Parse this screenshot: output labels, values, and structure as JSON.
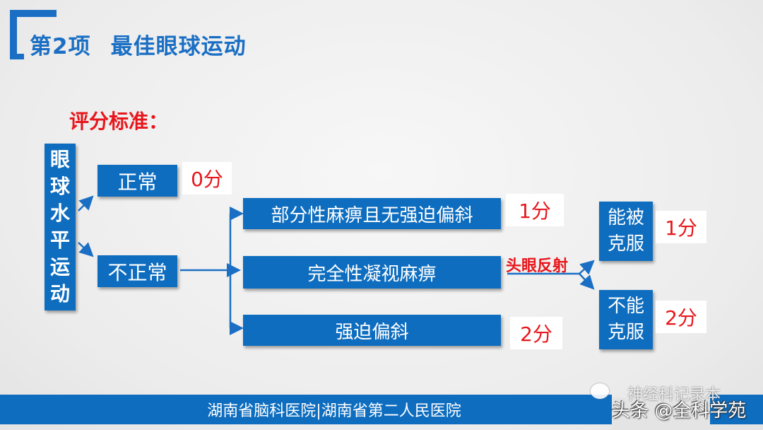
{
  "header": {
    "item_number": "第2项",
    "title": "最佳眼球运动",
    "accent_color": "#1a6fc4"
  },
  "criteria_label": "评分标准：",
  "diagram": {
    "root": "眼球水平运动",
    "root_chars": [
      "眼",
      "球",
      "水",
      "平",
      "运",
      "动"
    ],
    "normal": {
      "label": "正常",
      "score": "0分"
    },
    "abnormal": {
      "label": "不正常",
      "branches": [
        {
          "label": "部分性麻痹且无强迫偏斜",
          "score": "1分"
        },
        {
          "label": "完全性凝视麻痹",
          "connector": "头眼反射",
          "outcomes": [
            {
              "label_line1": "能被",
              "label_line2": "克服",
              "score": "1分"
            },
            {
              "label_line1": "不能",
              "label_line2": "克服",
              "score": "2分"
            }
          ]
        },
        {
          "label": "强迫偏斜",
          "score": "2分"
        }
      ]
    },
    "box_color": "#0e6dbf",
    "score_color": "#e8161b"
  },
  "footer": {
    "text": "湖南省脑科医院|湖南省第二人民医院"
  },
  "watermark": {
    "line1": "神经科记录本",
    "line2": "头条 @全科学苑"
  }
}
